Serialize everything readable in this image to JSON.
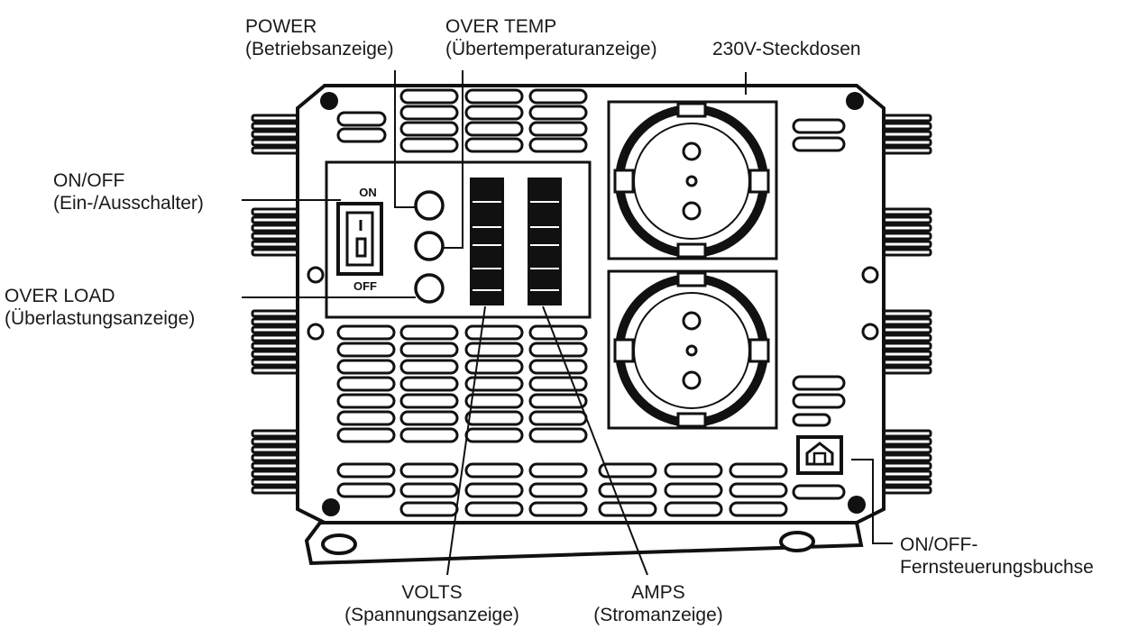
{
  "labels": {
    "power": {
      "line1": "POWER",
      "line2": "(Betriebsanzeige)"
    },
    "over_temp": {
      "line1": "OVER TEMP",
      "line2": "(Übertemperaturanzeige)"
    },
    "outlets": {
      "line1": "230V-Steckdosen"
    },
    "on_off": {
      "line1": "ON/OFF",
      "line2": "(Ein-/Ausschalter)"
    },
    "over_load": {
      "line1": "OVER LOAD",
      "line2": "(Überlastungsanzeige)"
    },
    "volts": {
      "line1": "VOLTS",
      "line2": "(Spannungsanzeige)"
    },
    "amps": {
      "line1": "AMPS",
      "line2": "(Stromanzeige)"
    },
    "remote": {
      "line1": "ON/OFF-",
      "line2": "Fernsteuerungsbuchse"
    }
  },
  "switch": {
    "on_text": "ON",
    "off_text": "OFF"
  }
}
